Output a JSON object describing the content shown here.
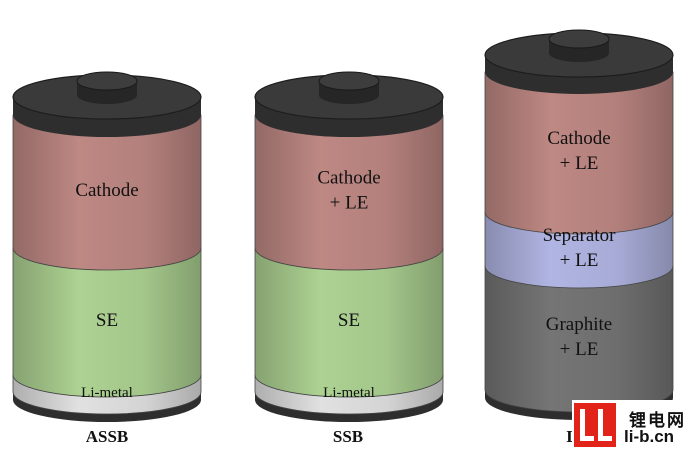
{
  "cells": [
    {
      "name": "assb",
      "caption": "ASSB",
      "layers": [
        {
          "key": "cathode",
          "lines": [
            "Cathode"
          ]
        },
        {
          "key": "se",
          "lines": [
            "SE"
          ]
        },
        {
          "key": "li-metal",
          "lines": [
            "Li-metal"
          ]
        }
      ]
    },
    {
      "name": "ssb",
      "caption": "SSB",
      "layers": [
        {
          "key": "cathode",
          "lines": [
            "Cathode",
            "+ LE"
          ]
        },
        {
          "key": "se",
          "lines": [
            "SE"
          ]
        },
        {
          "key": "li-metal",
          "lines": [
            "Li-metal"
          ]
        }
      ]
    },
    {
      "name": "lib",
      "caption": "LIB",
      "layers": [
        {
          "key": "cathode",
          "lines": [
            "Cathode",
            "+ LE"
          ]
        },
        {
          "key": "separator",
          "lines": [
            "Separator",
            "+ LE"
          ]
        },
        {
          "key": "graphite",
          "lines": [
            "Graphite",
            "+ LE"
          ]
        }
      ]
    }
  ],
  "colors": {
    "cathode": "#b3807c",
    "se": "#a3c68a",
    "li-metal": "#d4d4d4",
    "separator": "#a7abd6",
    "graphite": "#6e6e6e",
    "casing": "#2e2e2e"
  },
  "watermark": {
    "logo_text": "LI",
    "chinese": "锂电网",
    "url": "li-b.cn"
  }
}
